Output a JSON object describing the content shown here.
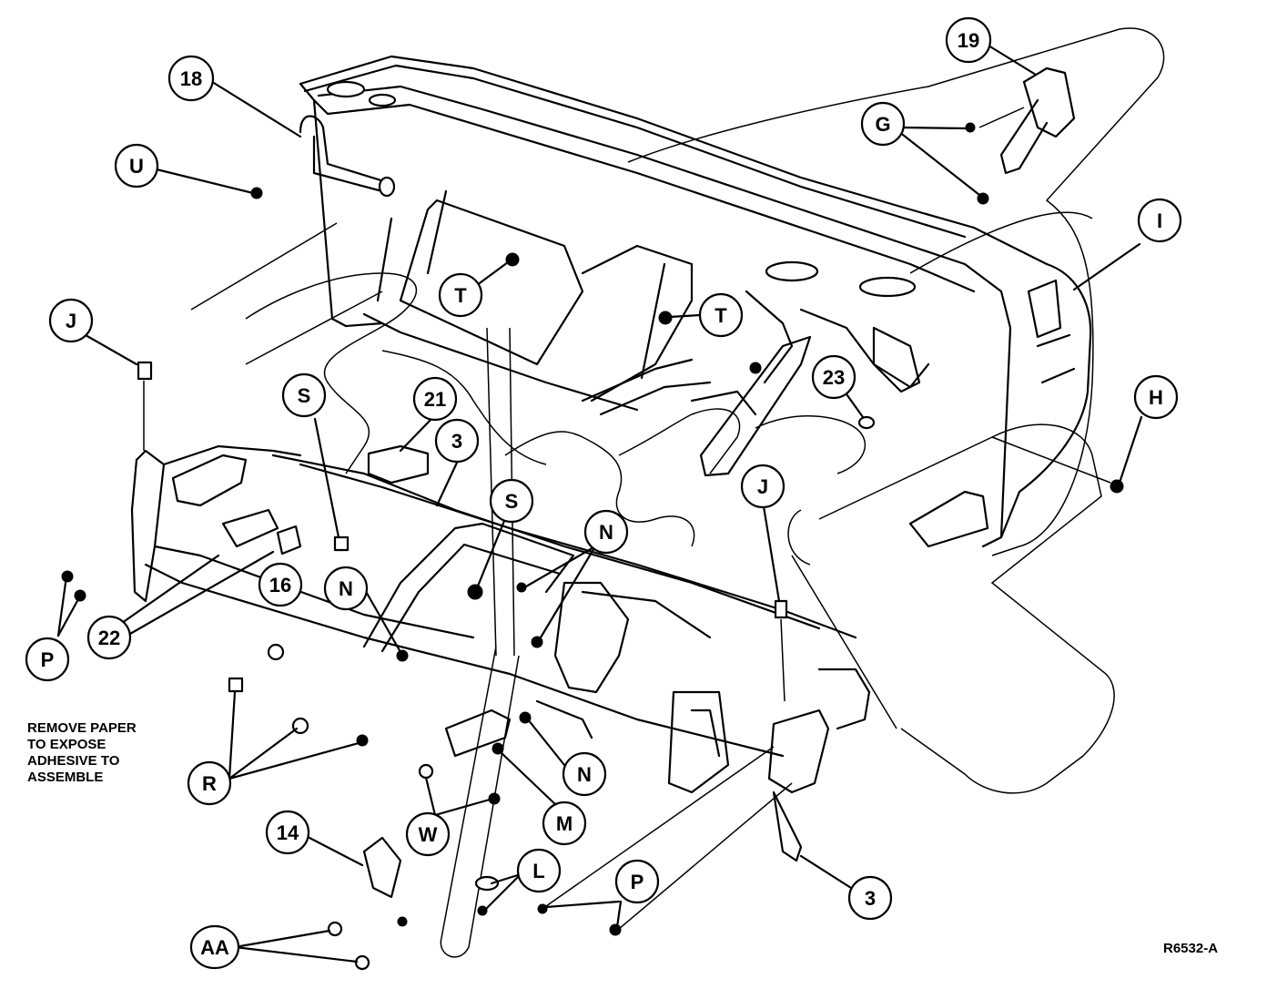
{
  "callouts": {
    "c18": "18",
    "c19": "19",
    "g": "G",
    "u": "U",
    "i": "I",
    "j_left": "J",
    "t_left": "T",
    "t_right": "T",
    "c23": "23",
    "h": "H",
    "s_left": "S",
    "c21": "21",
    "c3_top": "3",
    "s_mid": "S",
    "n_right": "N",
    "j_right": "J",
    "p_left": "P",
    "c22": "22",
    "c16": "16",
    "n_left": "N",
    "r": "R",
    "n_low": "N",
    "m": "M",
    "w": "W",
    "c14": "14",
    "l": "L",
    "p_bottom": "P",
    "c3_bottom": "3",
    "aa": "AA"
  },
  "note": {
    "line1": "REMOVE PAPER",
    "line2": "TO EXPOSE",
    "line3": "ADHESIVE TO",
    "line4": "ASSEMBLE"
  },
  "figure_id": "R6532-A"
}
